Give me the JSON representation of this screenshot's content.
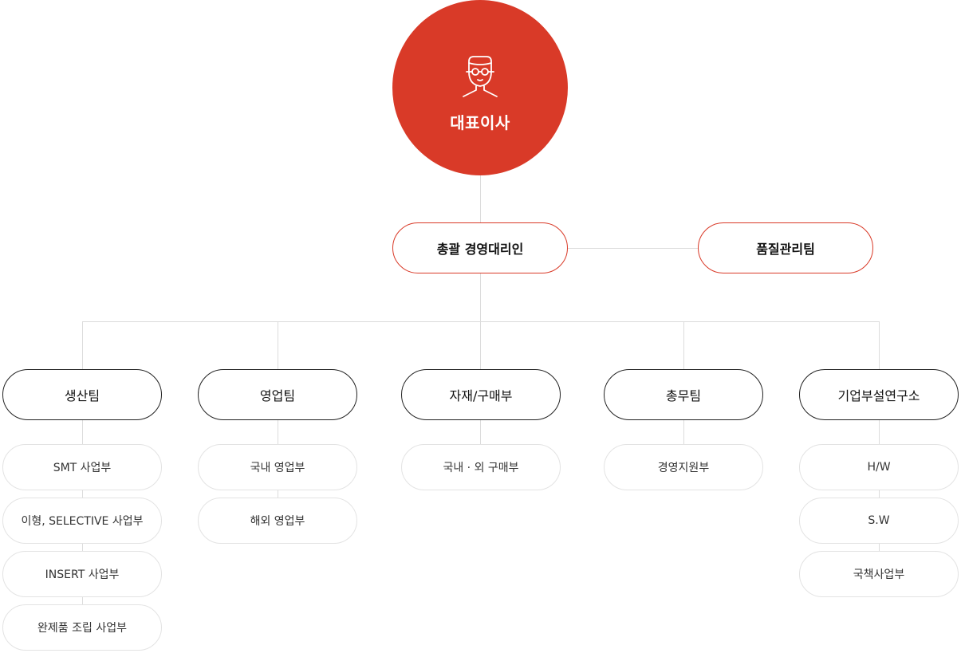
{
  "ceo": {
    "label": "대표이사",
    "icon": "person-glasses-icon",
    "color": "#d93a28"
  },
  "manager": {
    "label": "총괄 경영대리인"
  },
  "quality": {
    "label": "품질관리팀"
  },
  "departments": [
    {
      "label": "생산팀",
      "subs": [
        "SMT 사업부",
        "이형, SELECTIVE 사업부",
        "INSERT 사업부",
        "완제품 조립 사업부"
      ]
    },
    {
      "label": "영업팀",
      "subs": [
        "국내 영업부",
        "해외 영업부"
      ]
    },
    {
      "label": "자재/구매부",
      "subs": [
        "국내 · 외 구매부"
      ]
    },
    {
      "label": "총무팀",
      "subs": [
        "경영지원부"
      ]
    },
    {
      "label": "기업부설연구소",
      "subs": [
        "H/W",
        "S.W",
        "국책사업부"
      ]
    }
  ]
}
